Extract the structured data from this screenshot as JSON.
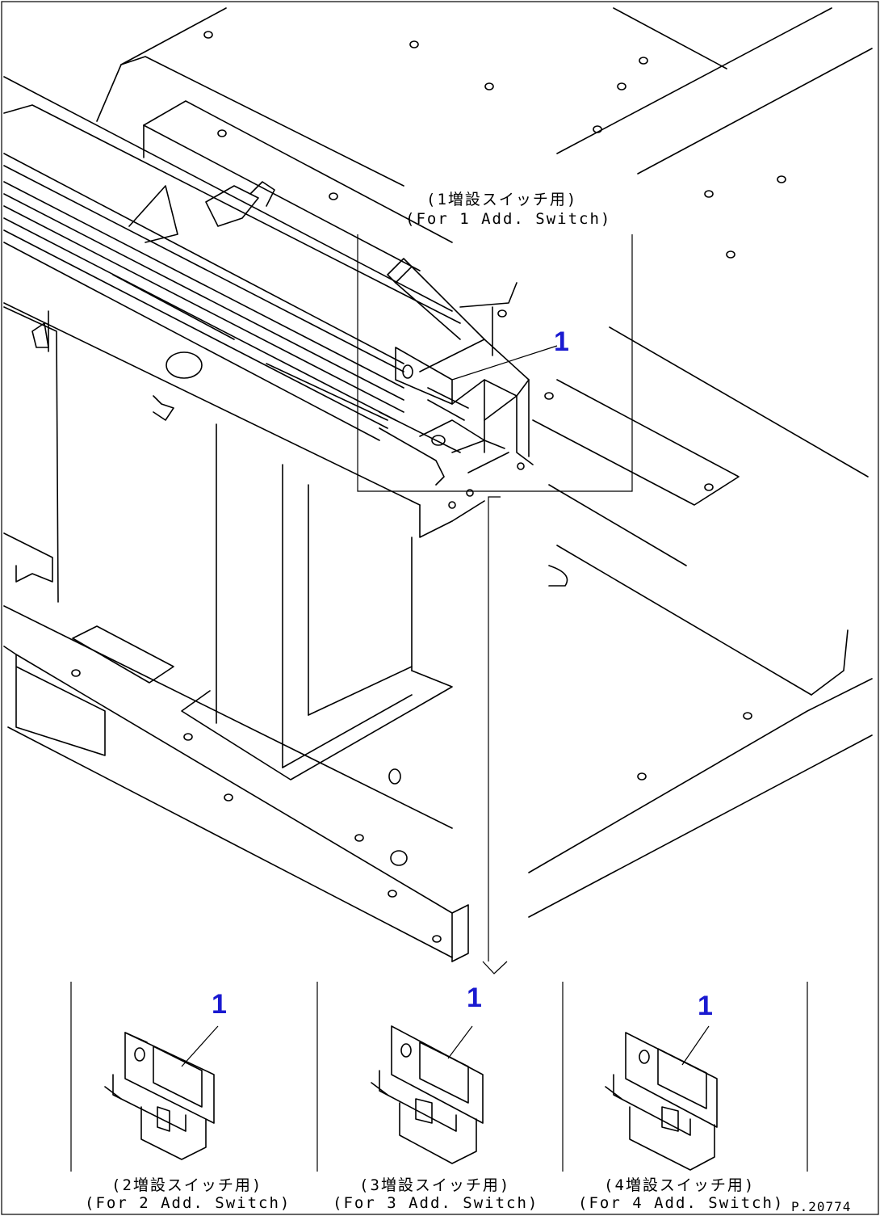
{
  "main_view": {
    "label_jp": "(1増設スイッチ用)",
    "label_en": "(For 1 Add. Switch)",
    "callout": "1"
  },
  "variants": [
    {
      "label_jp": "(2増設スイッチ用)",
      "label_en": "(For 2 Add. Switch)",
      "callout": "1"
    },
    {
      "label_jp": "(3増設スイッチ用)",
      "label_en": "(For 3 Add. Switch)",
      "callout": "1"
    },
    {
      "label_jp": "(4増設スイッチ用)",
      "label_en": "(For 4 Add. Switch)",
      "callout": "1"
    }
  ],
  "figure_code": "P.20774",
  "colors": {
    "line": "#000000",
    "callout": "#1a1ad0"
  }
}
